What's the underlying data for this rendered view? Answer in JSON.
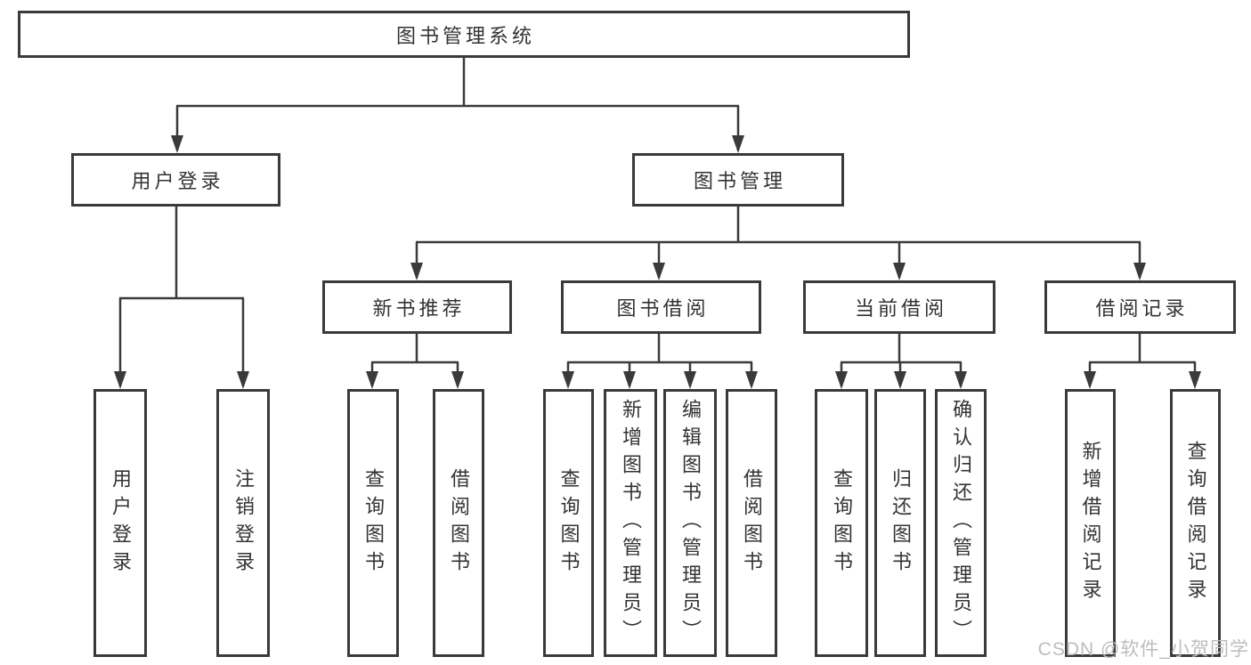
{
  "diagram": {
    "colors": {
      "line": "#3a3a3a",
      "text": "#333333",
      "background": "#ffffff",
      "watermark": "#bdbdbd"
    },
    "watermark": {
      "text": "CSDN @软件_小贺同学"
    },
    "root": {
      "label": "图书管理系统"
    },
    "branches": [
      {
        "label": "用户登录",
        "children": [
          {
            "label": "用户登录"
          },
          {
            "label": "注销登录"
          }
        ]
      },
      {
        "label": "图书管理",
        "children": [
          {
            "label": "新书推荐",
            "children": [
              {
                "label": "查询图书"
              },
              {
                "label": "借阅图书"
              }
            ]
          },
          {
            "label": "图书借阅",
            "children": [
              {
                "label": "查询图书"
              },
              {
                "label": "新增图书（管理员）"
              },
              {
                "label": "编辑图书（管理员）"
              },
              {
                "label": "借阅图书"
              }
            ]
          },
          {
            "label": "当前借阅",
            "children": [
              {
                "label": "查询图书"
              },
              {
                "label": "归还图书"
              },
              {
                "label": "确认归还（管理员）"
              }
            ]
          },
          {
            "label": "借阅记录",
            "children": [
              {
                "label": "新增借阅记录"
              },
              {
                "label": "查询借阅记录"
              }
            ]
          }
        ]
      }
    ]
  }
}
